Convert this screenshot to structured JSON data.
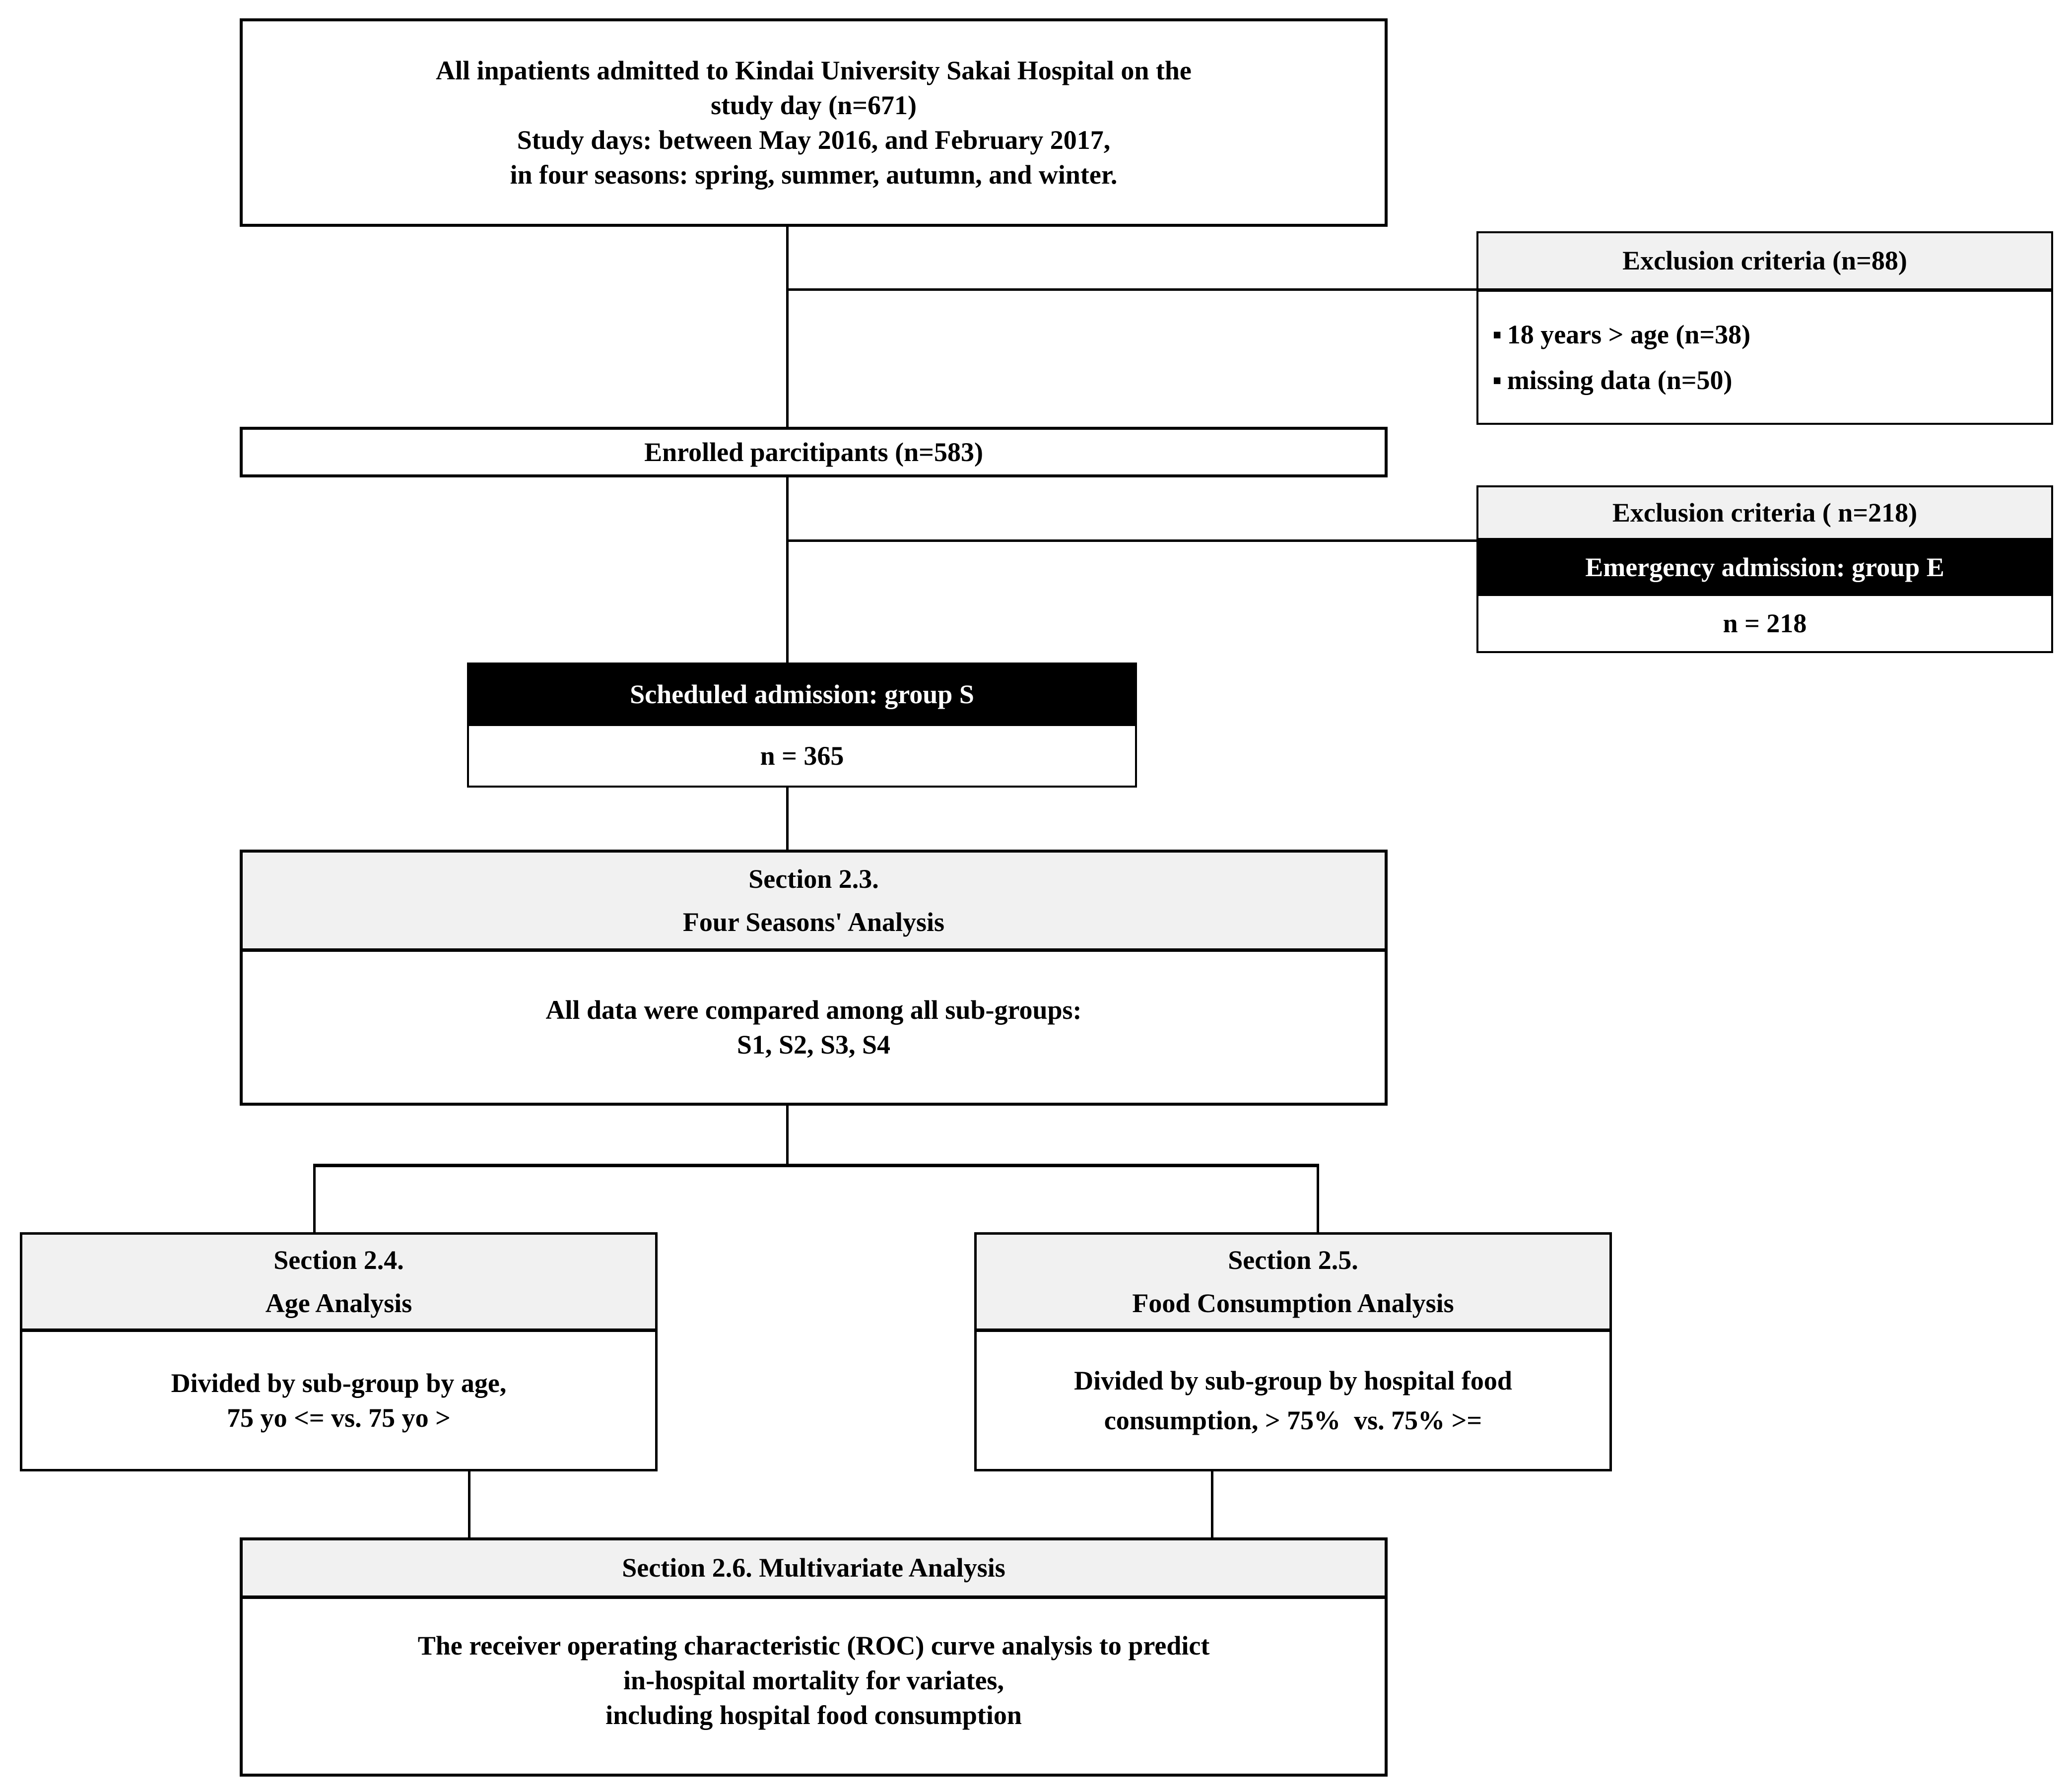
{
  "diagram": {
    "title": "Study flow diagram",
    "colors": {
      "header_fill": "#f1f1f1",
      "dark_fill": "#000000",
      "body_fill": "#ffffff",
      "stroke": "#000000"
    }
  },
  "boxes": {
    "all_inpatients": {
      "lines": [
        "All inpatients admitted to Kindai University Sakai Hospital on the",
        "study day (n=671)",
        "Study days: between May 2016, and February 2017,",
        "in four seasons: spring, summer, autumn, and winter."
      ]
    },
    "exclusion_1": {
      "header": "Exclusion criteria (n=88)",
      "items": [
        "18 years > age (n=38)",
        "missing data (n=50)"
      ]
    },
    "enrolled": {
      "label": "Enrolled parcitipants (n=583)"
    },
    "exclusion_2": {
      "header": "Exclusion criteria ( n=218)",
      "group_label": "Emergency admission: group E",
      "count": "n = 218"
    },
    "scheduled": {
      "group_label": "Scheduled admission: group S",
      "count": "n = 365"
    },
    "section_23": {
      "header_lines": [
        "Section 2.3.",
        "Four Seasons' Analysis"
      ],
      "body_lines": [
        "All data were compared among all sub-groups:",
        "S1, S2, S3, S4"
      ]
    },
    "section_24": {
      "header_lines": [
        "Section 2.4.",
        "Age Analysis"
      ],
      "body_lines": [
        "Divided by sub-group by age,",
        "75 yo <= vs. 75 yo >"
      ]
    },
    "section_25": {
      "header_lines": [
        "Section 2.5.",
        "Food Consumption Analysis"
      ],
      "body_lines": [
        "Divided by sub-group by hospital food",
        "consumption, > 75%  vs. 75% >="
      ]
    },
    "section_26": {
      "header_lines": [
        "Section 2.6. Multivariate Analysis"
      ],
      "body_lines": [
        "The receiver operating characteristic (ROC) curve analysis to predict",
        "in-hospital mortality for variates,",
        "including hospital food consumption"
      ]
    }
  }
}
